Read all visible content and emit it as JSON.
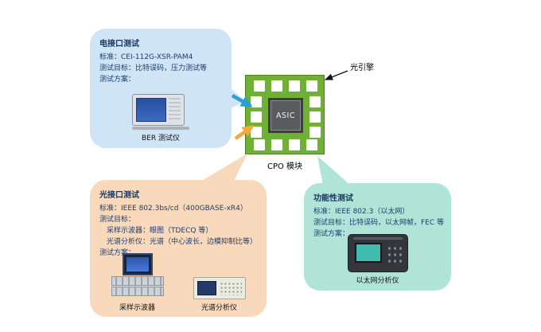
{
  "chip": {
    "asic_label": "ASIC",
    "module_label": "CPO 模块",
    "engine_label": "光引擎"
  },
  "electrical": {
    "title": "电接口测试",
    "lines": [
      "标准：CEI-112G-XSR-PAM4",
      "测试目标：比特误码，压力测试等",
      "测试方案："
    ],
    "caption": "BER 测试仪"
  },
  "optical": {
    "title": "光接口测试",
    "lines": [
      "标准：IEEE 802.3bs/cd（400GBASE-xR4）",
      "测试目标：",
      "采样示波器：眼图（TDECQ 等）",
      "光谱分析仪：光谱（中心波长，边模抑制比等）",
      "测试方案："
    ],
    "captions": [
      "采样示波器",
      "光谱分析仪"
    ]
  },
  "functional": {
    "title": "功能性测试",
    "lines": [
      "标准：IEEE 802.3（以太网）",
      "测试目标：比特误码，以太网帧，FEC 等",
      "测试方案："
    ],
    "caption": "以太网分析仪"
  },
  "colors": {
    "electrical_bubble": "#cfe4f5",
    "optical_bubble": "#f9d9bb",
    "functional_bubble": "#b0e4d7",
    "chip_green": "#6fb035",
    "pad_white": "#ffffff",
    "arrow_blue": "#2b9fd6",
    "arrow_orange": "#f5a83c",
    "arrow_black": "#111111"
  }
}
